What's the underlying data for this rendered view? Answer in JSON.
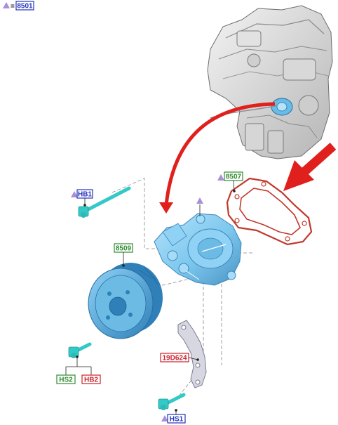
{
  "legend": {
    "part": "8501",
    "equals": "="
  },
  "colors": {
    "part_fill": "#7cc7ee",
    "part_dark": "#3d86b8",
    "gasket": "#c0392b",
    "arrow": "#e0201c",
    "bolt": "#33c9c6",
    "label_blue_border": "#2233bb",
    "label_green_border": "#2e8b2e",
    "label_red_border": "#cc1f2a",
    "marker": "#a98fd6"
  },
  "icons": {
    "marker": "triangle-marker-icon"
  },
  "labels": {
    "hb1": "HB1",
    "pulley": "8509",
    "gasket": "8507",
    "bracket": "19D624",
    "hs2": "HS2",
    "hb2": "HB2",
    "hs1": "HS1"
  }
}
